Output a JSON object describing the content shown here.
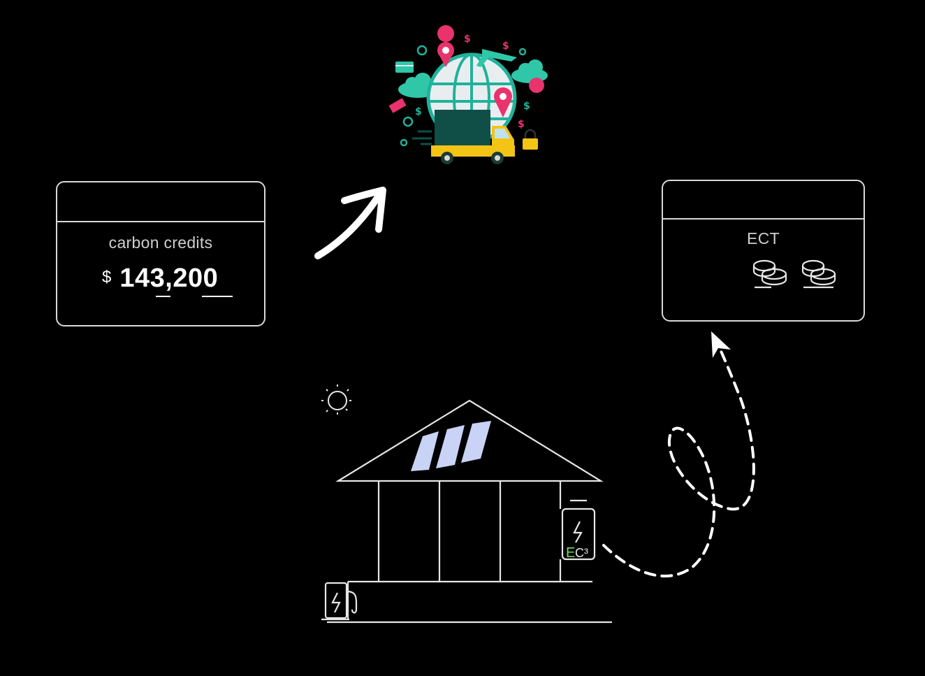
{
  "left_card": {
    "label": "carbon credits",
    "currency": "$",
    "amount": "143,200"
  },
  "right_card": {
    "label": "ECT"
  },
  "meter_label": "EC3",
  "colors": {
    "background": "#000000",
    "line": "#d9d9d9",
    "accent_green": "#7ed957",
    "panel_blue": "#c9d3f5",
    "teal": "#20b29a",
    "dark_teal": "#0f4f48",
    "yellow": "#f3c316",
    "pink": "#e8336d"
  },
  "icons": [
    "global-logistics-illustration",
    "arrow-up-right-icon",
    "coin-stack-icon",
    "sun-icon",
    "house-with-solar-panels",
    "battery-meter-icon",
    "ev-charger-icon",
    "dashed-loop-arrow"
  ]
}
